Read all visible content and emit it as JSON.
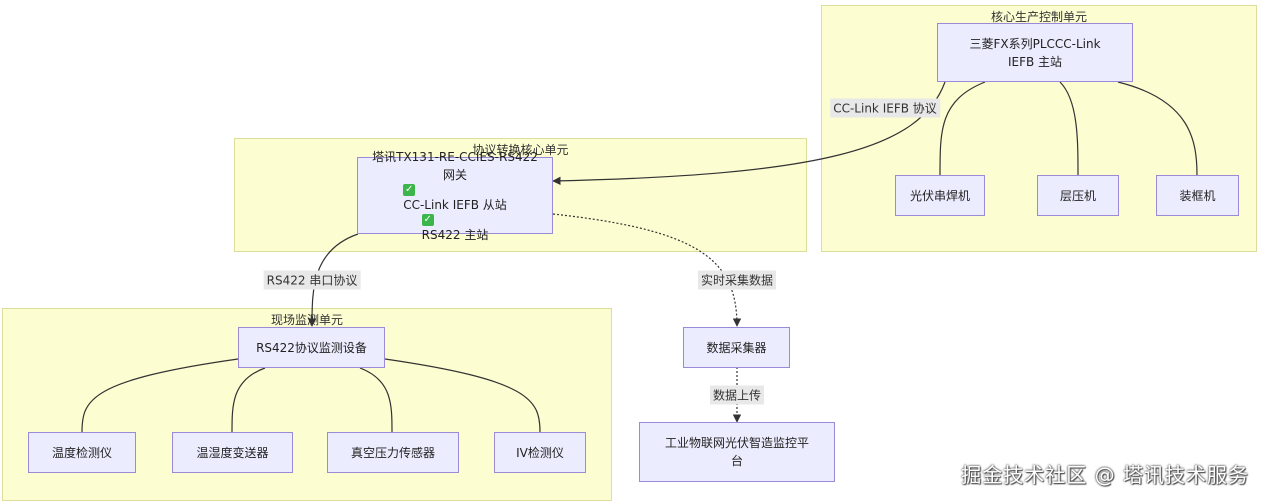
{
  "groups": {
    "core_production": "核心生产控制单元",
    "protocol_conversion": "协议转换核心单元",
    "field_monitoring": "现场监测单元"
  },
  "nodes": {
    "plc": [
      "三菱FX系列PLCCC-Link",
      "IEFB 主站"
    ],
    "welder": "光伏串焊机",
    "laminator": "层压机",
    "framer": "装框机",
    "gateway": {
      "line1": "塔讯TX131-RE-CCIES-RS422",
      "line2_prefix": "网关",
      "line2_text": "CC-Link IEFB 从站",
      "line3_text": "RS422 主站",
      "check_icon": "✓"
    },
    "rs422_device": "RS422协议监测设备",
    "thermometer": "温度检测仪",
    "humidity": "温湿度变送器",
    "vacuum": "真空压力传感器",
    "iv": "IV检测仪",
    "collector": "数据采集器",
    "platform": [
      "工业物联网光伏智造监控平",
      "台"
    ]
  },
  "edge_labels": {
    "cclink": "CC-Link IEFB 协议",
    "rs422": "RS422 串口协议",
    "realtime": "实时采集数据",
    "upload": "数据上传"
  },
  "watermark": "掘金技术社区 @ 塔讯技术服务"
}
